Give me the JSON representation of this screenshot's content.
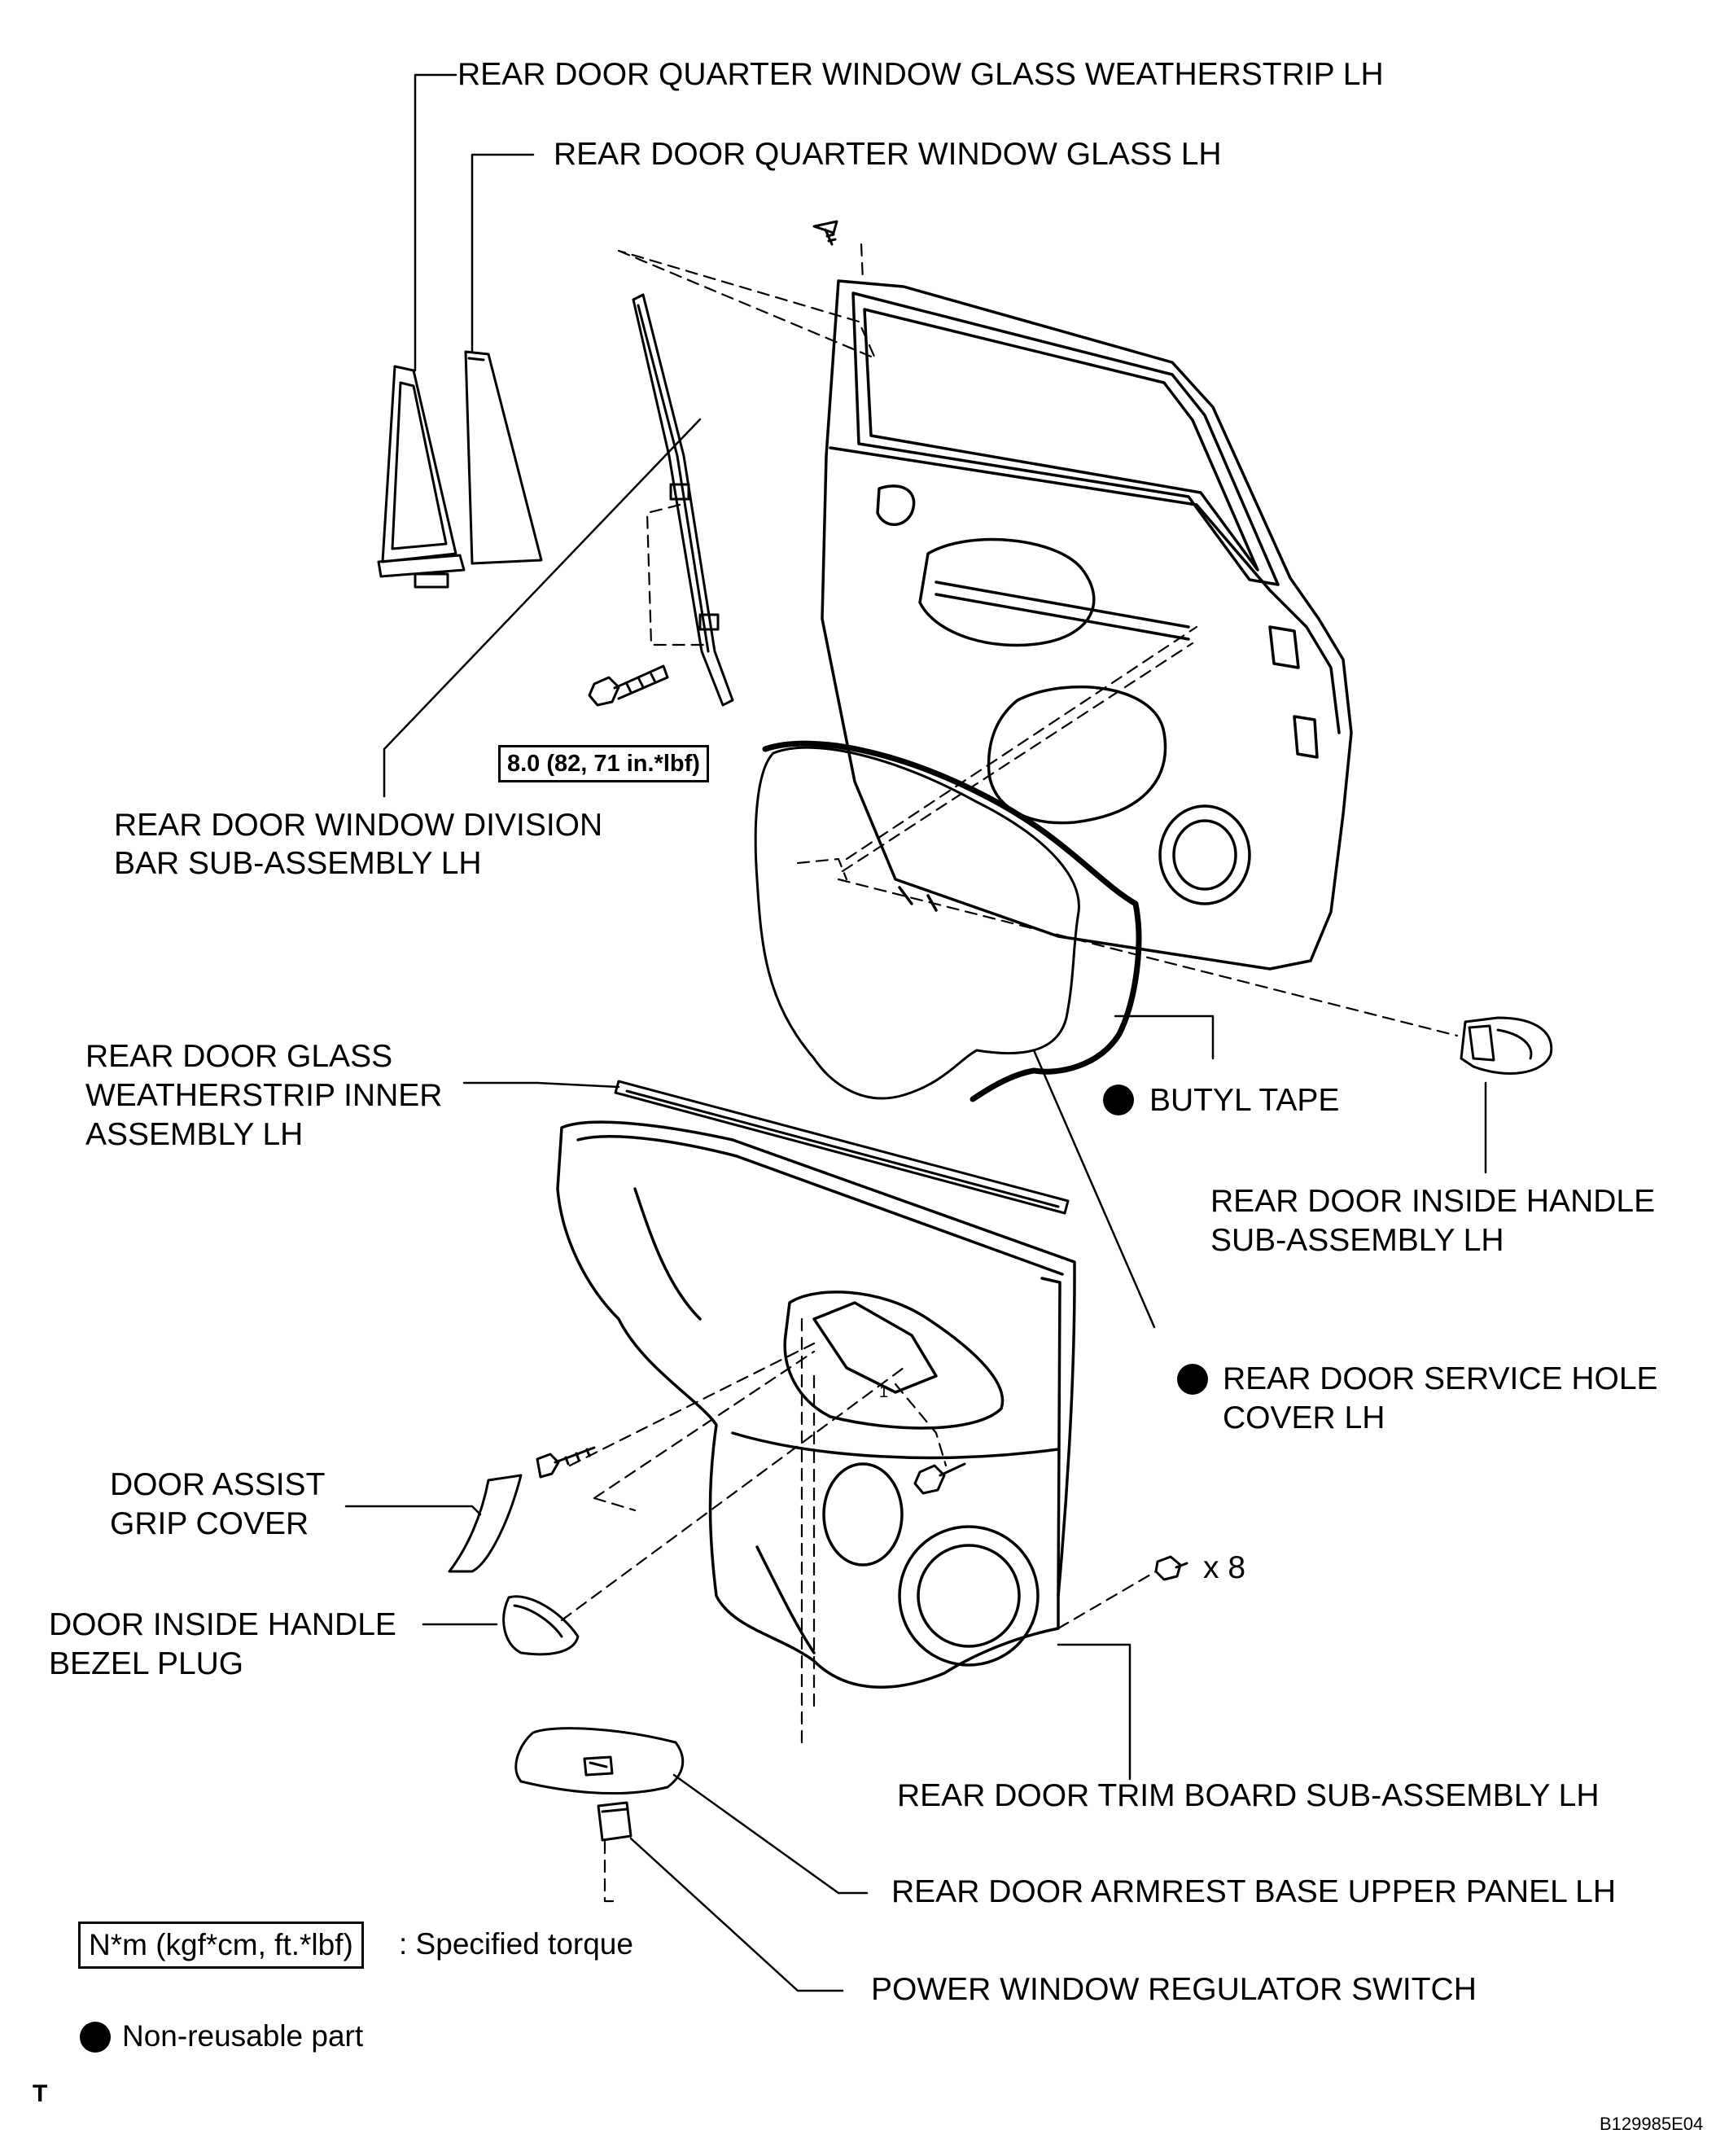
{
  "labels": {
    "quarter_weatherstrip": "REAR DOOR QUARTER WINDOW GLASS WEATHERSTRIP LH",
    "quarter_glass": "REAR DOOR QUARTER WINDOW GLASS LH",
    "division_bar_1": "REAR DOOR WINDOW DIVISION",
    "division_bar_2": "BAR SUB-ASSEMBLY LH",
    "glass_weatherstrip_1": "REAR DOOR GLASS",
    "glass_weatherstrip_2": "WEATHERSTRIP INNER",
    "glass_weatherstrip_3": "ASSEMBLY LH",
    "butyl_tape": "BUTYL TAPE",
    "inside_handle_1": "REAR DOOR INSIDE HANDLE",
    "inside_handle_2": "SUB-ASSEMBLY LH",
    "service_hole_1": "REAR DOOR SERVICE HOLE",
    "service_hole_2": "COVER LH",
    "assist_grip_1": "DOOR ASSIST",
    "assist_grip_2": "GRIP COVER",
    "bezel_plug_1": "DOOR INSIDE HANDLE",
    "bezel_plug_2": "BEZEL PLUG",
    "trim_board": "REAR DOOR TRIM BOARD SUB-ASSEMBLY LH",
    "armrest_panel": "REAR DOOR ARMREST BASE UPPER PANEL LH",
    "pw_switch": "POWER WINDOW REGULATOR SWITCH",
    "clip_count": "x 8",
    "callout_1": "1"
  },
  "torque_spec": "8.0 (82, 71 in.*lbf)",
  "legend": {
    "torque_unit": "N*m (kgf*cm, ft.*lbf)",
    "torque_desc": ": Specified torque",
    "non_reusable": "Non-reusable part"
  },
  "footer": {
    "left_mark": "T",
    "figure_code": "B129985E04"
  }
}
